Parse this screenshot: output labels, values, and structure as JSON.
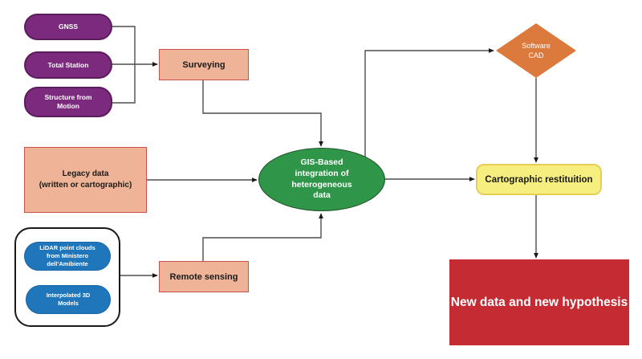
{
  "title": "GIS-based integration of heterogeneous data flowchart",
  "colors": {
    "purple": "#7C2A7E",
    "purple_border": "#5B1C5C",
    "salmon": "#EFB497",
    "salmon_border": "#C9504B",
    "blue": "#2076BB",
    "blue_border": "#1A65A3",
    "green": "#2E9549",
    "green_border": "#1E5128",
    "orange": "#DC7A3D",
    "yellow": "#F6EE7F",
    "yellow_border": "#E5CE55",
    "red": "#C52B33",
    "container_border": "#1A1A1A",
    "connector": "#4D4D4D",
    "arrowhead": "#1A1A1A",
    "text_dark": "#1A1A1A",
    "text_light": "#FFFFFF"
  },
  "nodes": {
    "gnss": {
      "label": "GNSS",
      "shape": "stadium"
    },
    "total_station": {
      "label": "Total Station",
      "shape": "stadium"
    },
    "structure_from_motion": {
      "label": "Structure from\nMotion",
      "shape": "stadium"
    },
    "surveying": {
      "label": "Surveying",
      "shape": "rectangle"
    },
    "legacy_data": {
      "label": "Legacy data\n(written or cartographic)",
      "shape": "rectangle"
    },
    "lidar_points": {
      "label": "LiDAR point clouds\nfrom Ministero\ndell’Amibiente",
      "shape": "stadium"
    },
    "interpolated_models": {
      "label": "Interpolated 3D\nModels",
      "shape": "stadium"
    },
    "remote_sensing": {
      "label": "Remote sensing",
      "shape": "rectangle"
    },
    "gis_integration": {
      "label": "GIS-Based\nintegration of\nheterogeneous\ndata",
      "shape": "ellipse"
    },
    "software_cad": {
      "label": "Software\nCAD",
      "shape": "diamond"
    },
    "cartographic_restituition": {
      "label": "Cartographic restituition",
      "shape": "rounded-rectangle"
    },
    "new_data": {
      "label": "New data and new hypothesis",
      "shape": "rectangle"
    }
  },
  "edges": [
    {
      "from": "gnss",
      "to": "surveying"
    },
    {
      "from": "total_station",
      "to": "surveying"
    },
    {
      "from": "structure_from_motion",
      "to": "surveying"
    },
    {
      "from": "surveying",
      "to": "gis_integration"
    },
    {
      "from": "legacy_data",
      "to": "gis_integration"
    },
    {
      "from": "lidar_points",
      "to": "interpolated_models"
    },
    {
      "from": "lidar_group",
      "to": "remote_sensing"
    },
    {
      "from": "remote_sensing",
      "to": "gis_integration"
    },
    {
      "from": "gis_integration",
      "to": "software_cad"
    },
    {
      "from": "gis_integration",
      "to": "cartographic_restituition"
    },
    {
      "from": "software_cad",
      "to": "cartographic_restituition"
    },
    {
      "from": "cartographic_restituition",
      "to": "new_data"
    }
  ]
}
